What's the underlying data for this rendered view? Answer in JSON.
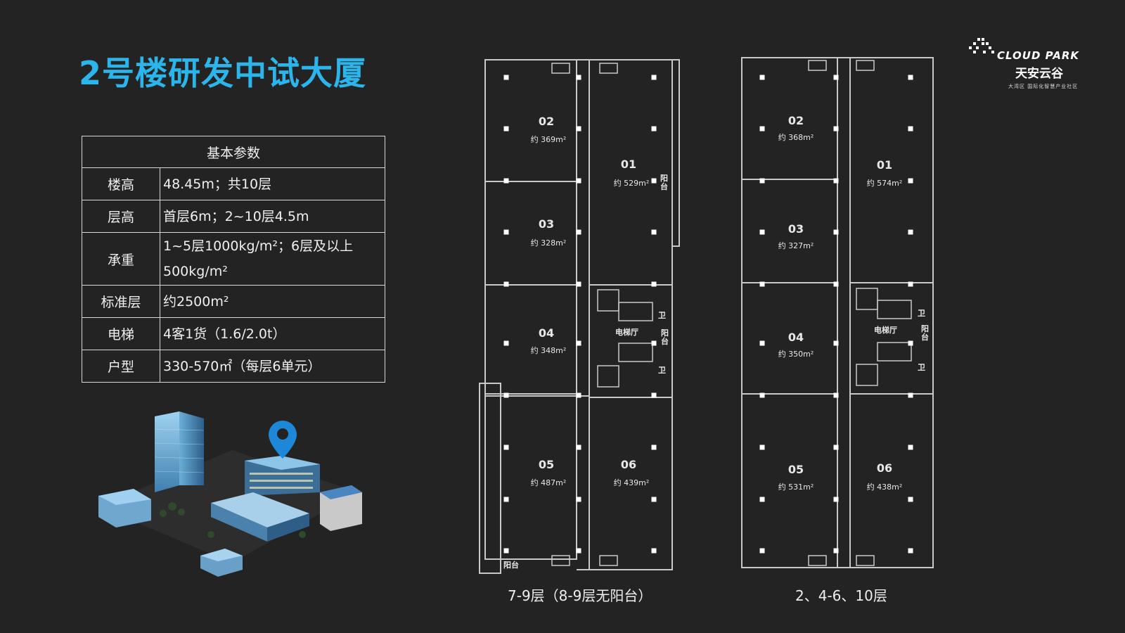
{
  "title": "2号楼研发中试大厦",
  "table": {
    "header": "基本参数",
    "rows": [
      {
        "k": "楼高",
        "v": "48.45m；共10层"
      },
      {
        "k": "层高",
        "v": "首层6m；2~10层4.5m"
      },
      {
        "k": "承重",
        "v": "1~5层1000kg/m²；6层及以上500kg/m²"
      },
      {
        "k": "标准层",
        "v": "约2500m²"
      },
      {
        "k": "电梯",
        "v": "4客1货（1.6/2.0t）"
      },
      {
        "k": "户型",
        "v": "330-570㎡（每层6单元）"
      }
    ]
  },
  "logo": {
    "en": "CLOUD PARK",
    "cn": "天安云谷",
    "sub": "大湾区 国际化智慧产业社区"
  },
  "plan_left": {
    "caption": "7-9层（8-9层无阳台）",
    "units": [
      {
        "no": "02",
        "area": "约 369m²"
      },
      {
        "no": "01",
        "area": "约 529m²"
      },
      {
        "no": "03",
        "area": "约 328m²"
      },
      {
        "no": "04",
        "area": "约 348m²"
      },
      {
        "no": "05",
        "area": "约 487m²"
      },
      {
        "no": "06",
        "area": "约 439m²"
      }
    ],
    "labels": {
      "balcony": "阳台",
      "lobby": "电梯厅",
      "wc": "卫"
    }
  },
  "plan_right": {
    "caption": "2、4-6、10层",
    "units": [
      {
        "no": "02",
        "area": "约 368m²"
      },
      {
        "no": "01",
        "area": "约 574m²"
      },
      {
        "no": "03",
        "area": "约 327m²"
      },
      {
        "no": "04",
        "area": "约 350m²"
      },
      {
        "no": "05",
        "area": "约 531m²"
      },
      {
        "no": "06",
        "area": "约 438m²"
      }
    ],
    "labels": {
      "balcony": "阳台",
      "lobby": "电梯厅",
      "wc": "卫"
    }
  },
  "colors": {
    "title": "#2bb5ea",
    "background": "#232323",
    "pin": "#1e88d8"
  }
}
